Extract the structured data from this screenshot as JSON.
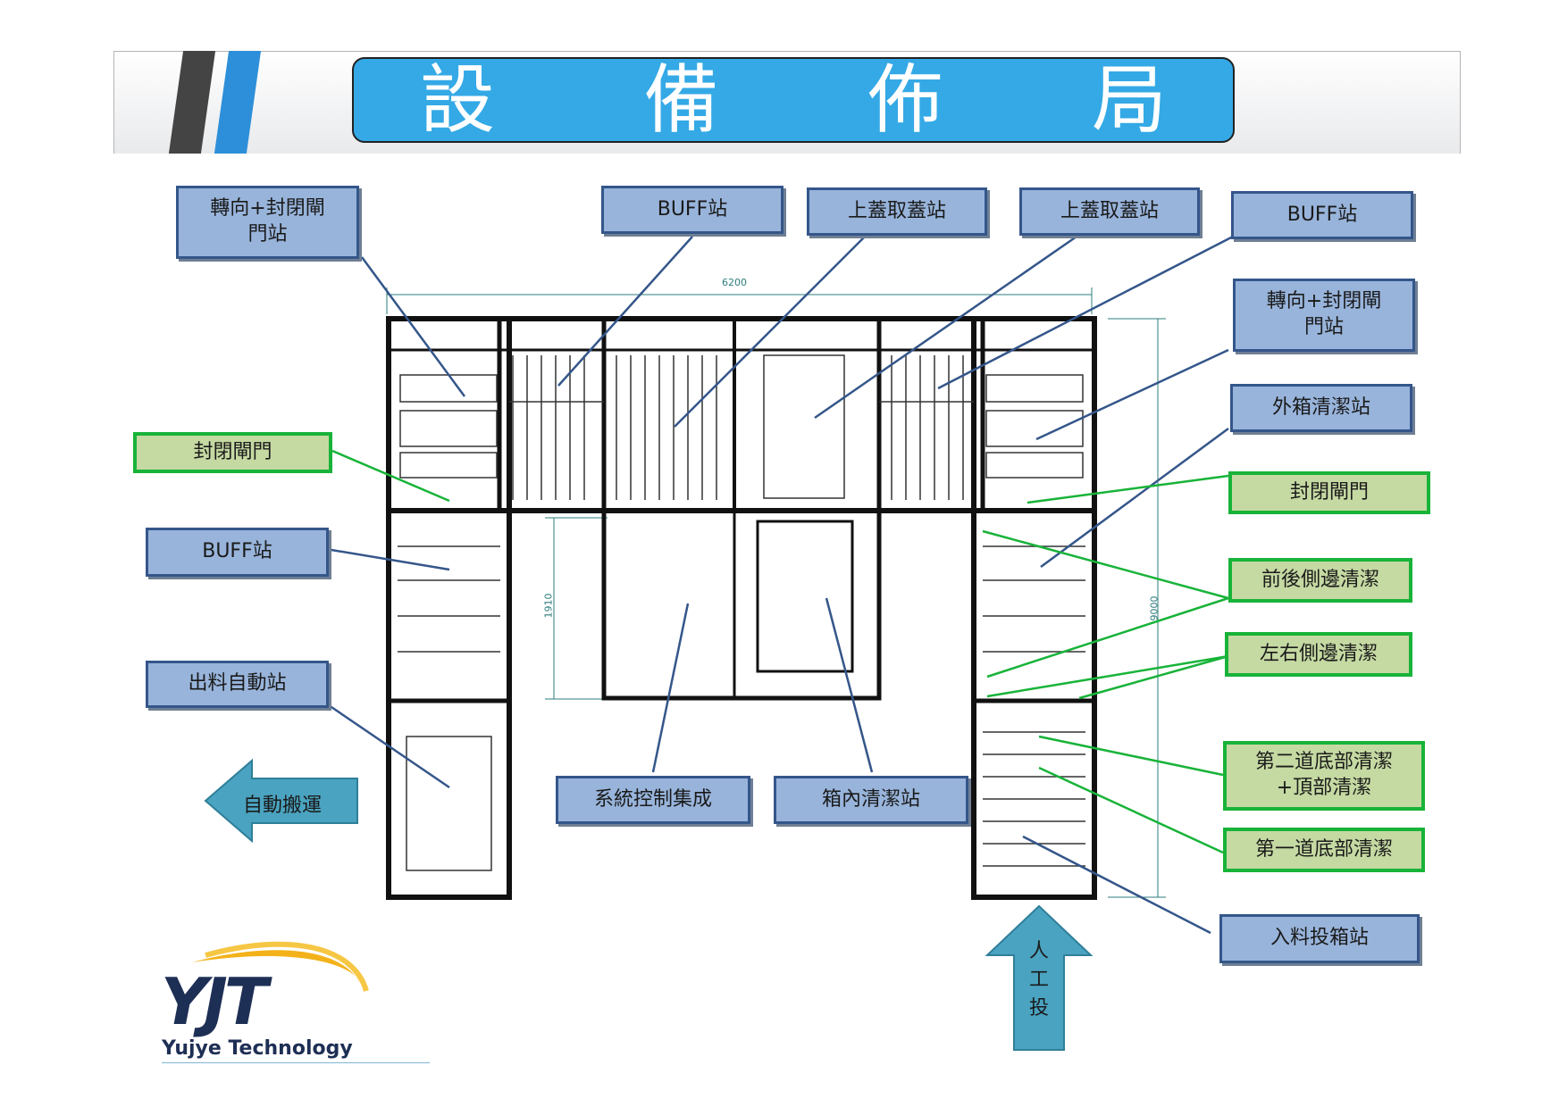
{
  "title": "設 備 佈 局",
  "dimensions": {
    "width": "6200",
    "height": "9000",
    "inner": "1910"
  },
  "labels": {
    "turn_seal_left": "轉向+封閉閘\n門站",
    "buff_top_left": "BUFF站",
    "lid_1": "上蓋取蓋站",
    "lid_2": "上蓋取蓋站",
    "buff_top_right": "BUFF站",
    "turn_seal_right": "轉向+封閉閘\n門站",
    "seal_gate_left": "封閉閘門",
    "buff_left": "BUFF站",
    "out_auto": "出料自動站",
    "outer_clean": "外箱清潔站",
    "seal_gate_right": "封閉閘門",
    "front_back_clean": "前後側邊清潔",
    "left_right_clean": "左右側邊清潔",
    "second_bottom_clean": "第二道底部清潔\n+頂部清潔",
    "first_bottom_clean": "第一道底部清潔",
    "in_feed": "入料投箱站",
    "system_control": "系統控制集成",
    "inner_clean": "箱內清潔站"
  },
  "arrows": {
    "auto_transfer": "自動搬運",
    "manual_input": "人\n工\n投"
  },
  "logo": {
    "brand": "YJT",
    "company": "Yujye Technology"
  },
  "colors": {
    "title_bg": "#34a9e6",
    "blue_box": "#98b4db",
    "green_box": "#c5d9a2",
    "green_border": "#18b339",
    "arrow": "#4aa3c0"
  }
}
